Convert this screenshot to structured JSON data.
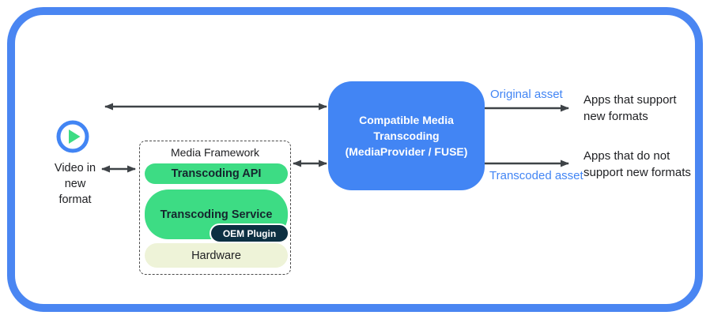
{
  "palette": {
    "border_blue": "#4a86f2",
    "box_blue": "#4285f4",
    "label_blue": "#4285f4",
    "green": "#3ddc84",
    "navy": "#0c3042",
    "cream": "#eef3d8",
    "arrow_gray": "#3e4347",
    "text_dark": "#202124",
    "pill_text": "#15262e"
  },
  "source": {
    "icon": "play-icon",
    "label": "Video in\nnew\nformat"
  },
  "media_framework": {
    "title": "Media Framework",
    "layers": [
      {
        "label": "Transcoding API"
      },
      {
        "label": "Transcoding Service",
        "sub": "OEM Plugin"
      },
      {
        "label": "Hardware"
      }
    ]
  },
  "transcoding_box": {
    "label": "Compatible Media\nTranscoding\n(MediaProvider / FUSE)"
  },
  "outputs": [
    {
      "asset_label": "Original asset",
      "target": "Apps that support\nnew formats"
    },
    {
      "asset_label": "Transcoded asset",
      "target": "Apps that do not\nsupport new formats"
    }
  ]
}
